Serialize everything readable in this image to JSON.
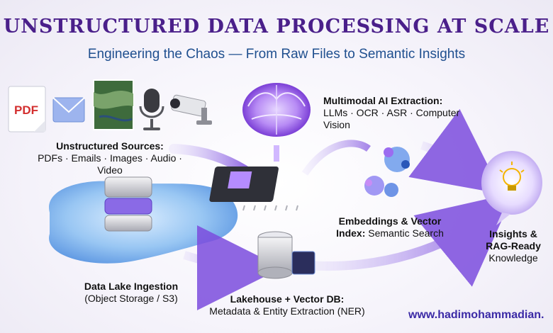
{
  "header": {
    "title": "UNSTRUCTURED DATA PROCESSING AT SCALE",
    "subtitle": "Engineering the Chaos — From Raw Files to Semantic Insights"
  },
  "sources": {
    "title": "Unstructured Sources:",
    "items": "PDFs · Emails · Images · Audio · Video",
    "pdf_badge": "PDF"
  },
  "extraction": {
    "title": "Multimodal AI Extraction:",
    "items": "LLMs · OCR · ASR · Computer Vision"
  },
  "embeddings": {
    "title": "Embeddings & Vector",
    "subtitle_bold": "Index:",
    "subtitle_rest": "Semantic Search"
  },
  "insights": {
    "line1": "Insights &",
    "line2": "RAG-Ready",
    "line3": "Knowledge"
  },
  "lake": {
    "title": "Data Lake Ingestion",
    "subtitle": "(Object Storage / S3)"
  },
  "lakehouse": {
    "title": "Lakehouse + Vector DB:",
    "subtitle": "Metadata & Entity Extraction (NER)"
  },
  "footer": {
    "url": "www.hadimohammadian."
  },
  "colors": {
    "title": "#4a1f8a",
    "subtitle": "#1f4f8f",
    "accent_purple": "#8b5cf6",
    "water_blue": "#6aa8ea"
  },
  "icons": [
    "pdf-document-icon",
    "email-envelope-icon",
    "satellite-image-icon",
    "microphone-icon",
    "security-camera-icon",
    "ai-brain-icon",
    "processor-chip-icon",
    "vector-cluster-icon",
    "database-stack-icon",
    "lakehouse-database-icon",
    "lightbulb-icon"
  ]
}
